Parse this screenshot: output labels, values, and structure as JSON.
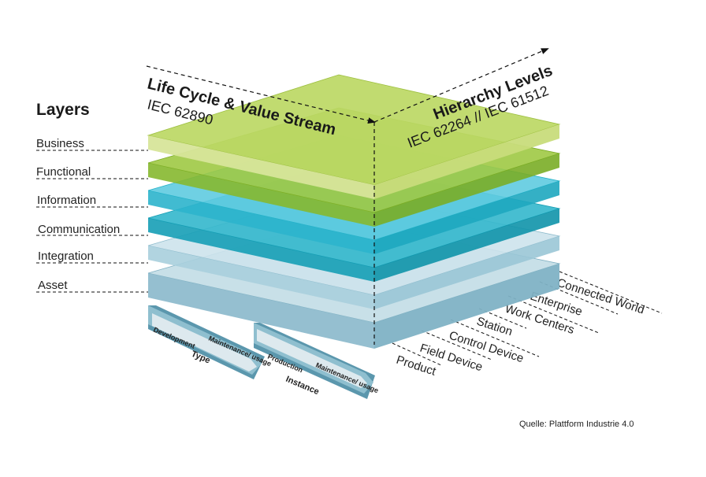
{
  "layers_heading": "Layers",
  "layers": [
    "Business",
    "Functional",
    "Information",
    "Communication",
    "Integration",
    "Asset"
  ],
  "axis_lifecycle": {
    "title": "Life Cycle & Value Stream",
    "standard": "IEC 62890"
  },
  "axis_hierarchy": {
    "title": "Hierarchy Levels",
    "standard": "IEC 62264 // IEC 61512"
  },
  "hierarchy_levels": [
    "Connected World",
    "Enterprise",
    "Work Centers",
    "Station",
    "Control Device",
    "Field Device",
    "Product"
  ],
  "type_block": {
    "label": "Type",
    "phases": [
      "Development",
      "Maintenance/ usage"
    ]
  },
  "instance_block": {
    "label": "Instance",
    "phases": [
      "Production",
      "Maintenance/ usage"
    ]
  },
  "source": "Quelle: Plattform Industrie 4.0",
  "colors": {
    "business": "#c5da6a",
    "functional": "#93c23b",
    "information": "#34bfd6",
    "communication": "#20adc3",
    "integration": "#a7d1e0",
    "asset": "#92bfd0",
    "lifecycle_arrow": "#8fbfcf"
  }
}
